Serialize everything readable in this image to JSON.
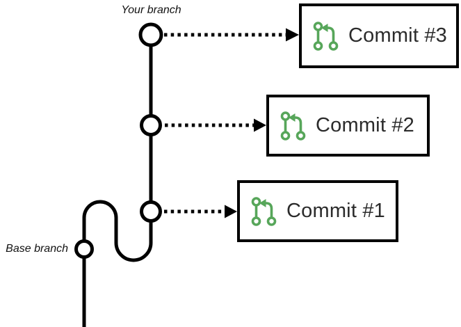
{
  "labels": {
    "your_branch": "Your branch",
    "base_branch": "Base branch"
  },
  "commits": [
    {
      "label": "Commit #3"
    },
    {
      "label": "Commit #2"
    },
    {
      "label": "Commit #1"
    }
  ],
  "icons": {
    "commit_icon": "git-pull-request-icon"
  },
  "colors": {
    "line-color": "#000000",
    "icon-green": "#57A65A",
    "box-border": "#000000",
    "text-color": "#2b2b2b",
    "background": "#ffffff"
  }
}
